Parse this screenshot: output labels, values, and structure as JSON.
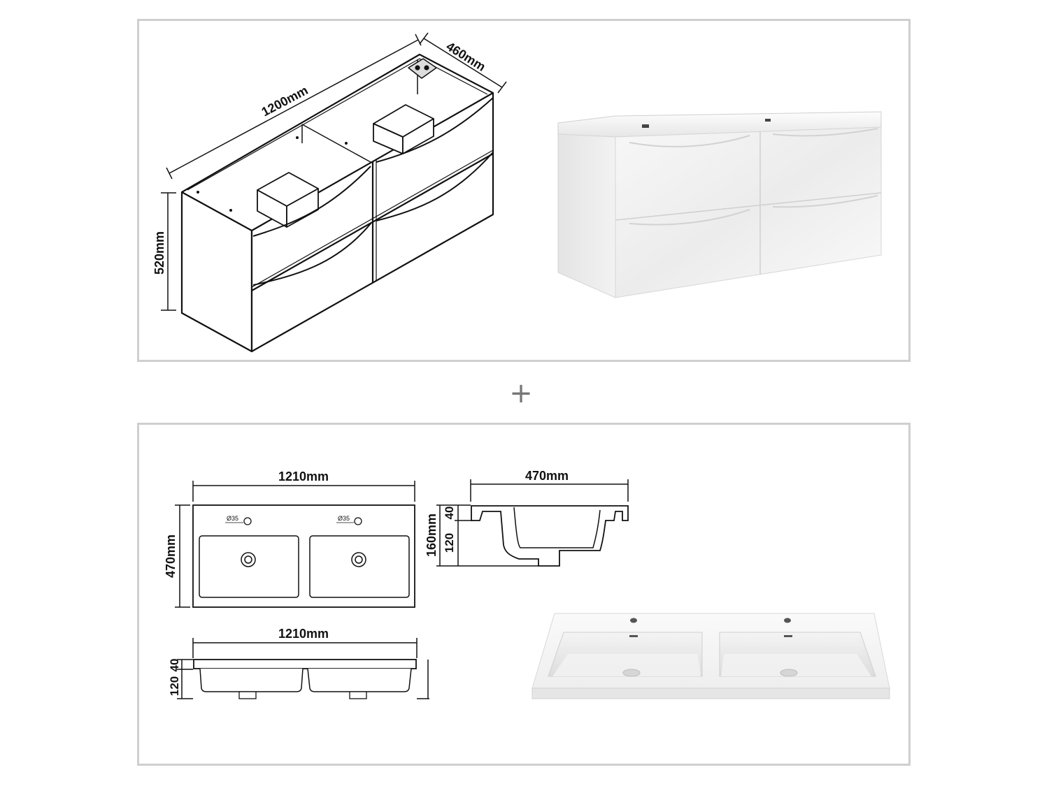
{
  "top_panel": {
    "cabinet_dims": {
      "width": "1200mm",
      "depth": "460mm",
      "height": "520mm"
    }
  },
  "separator": "+",
  "bottom_panel": {
    "basin_top_view": {
      "width": "1210mm",
      "depth": "470mm",
      "tap_hole_left": "Ø35",
      "tap_hole_right": "Ø35"
    },
    "basin_side_view": {
      "depth": "470mm",
      "total_height": "160mm",
      "rim_height": "40",
      "bowl_height": "120"
    },
    "basin_front_view": {
      "width": "1210mm",
      "rim_height": "40",
      "bowl_height": "120"
    }
  }
}
